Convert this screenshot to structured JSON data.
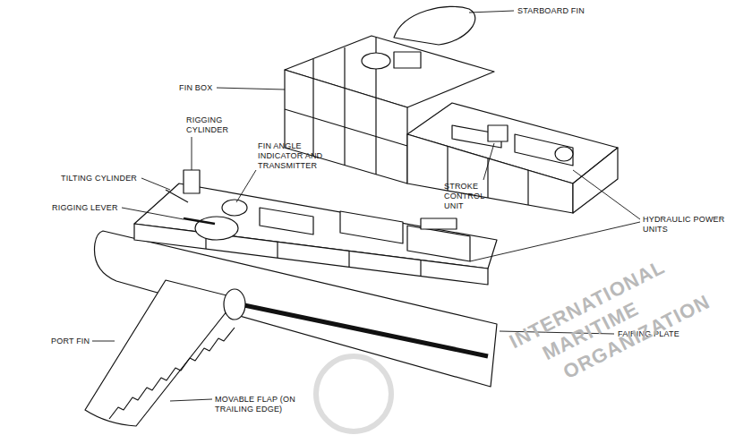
{
  "diagram": {
    "labels": [
      "STARBOARD FIN",
      "FIN BOX",
      "RIGGING CYLINDER",
      "FIN ANGLE INDICATOR AND TRANSMITTER",
      "TILTING CYLINDER",
      "RIGGING LEVER",
      "STROKE CONTROL UNIT",
      "HYDRAULIC POWER UNITS",
      "PORT FIN",
      "MOVABLE FLAP (ON TRAILING EDGE)",
      "FAIRING PLATE",
      "INTERNATIONAL",
      "MARITIME",
      "ORGANIZATION"
    ]
  }
}
